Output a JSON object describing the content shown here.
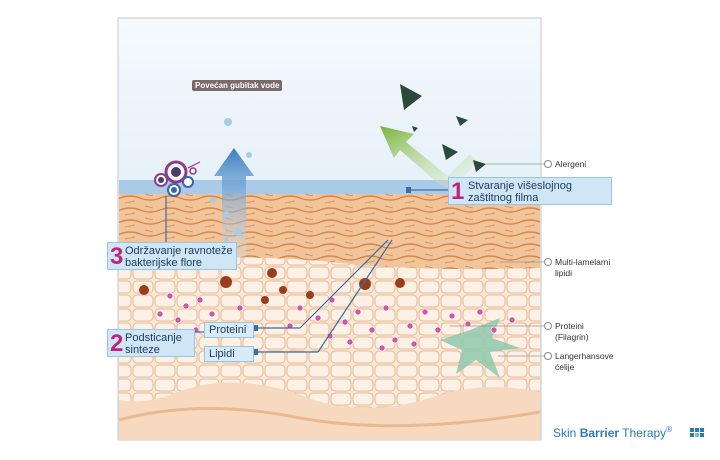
{
  "moisture_label": "Povećan gubitak vode",
  "callouts": {
    "c1": {
      "number": "1",
      "text_line1": "Stvaranje višeslojnog",
      "text_line2": "zaštitnog filma"
    },
    "c2": {
      "number": "2",
      "text_line1": "Podsticanje",
      "text_line2": "sinteze"
    },
    "c3": {
      "number": "3",
      "text_line1": "Održavanje ravnoteže",
      "text_line2": "bakterijske flore"
    }
  },
  "sub_labels": {
    "proteins": "Proteini",
    "lipids": "Lipidi"
  },
  "side_labels": {
    "allergens": "Alergeni",
    "multilamellar_line1": "Multi-lamelarni",
    "multilamellar_line2": "lipidi",
    "proteins_line1": "Proteini",
    "proteins_line2": "(Filagrin)",
    "langerhans_line1": "Langerhansove",
    "langerhans_line2": "ćelije"
  },
  "brand": {
    "part1": "Skin ",
    "part2": "Barrier",
    "part3": " Therapy",
    "mark": "®"
  },
  "colors": {
    "accent": "#c5217e",
    "label_bg": "#cfe6f6",
    "sky": "#dcecf7",
    "skin": "#f1c9a2"
  }
}
